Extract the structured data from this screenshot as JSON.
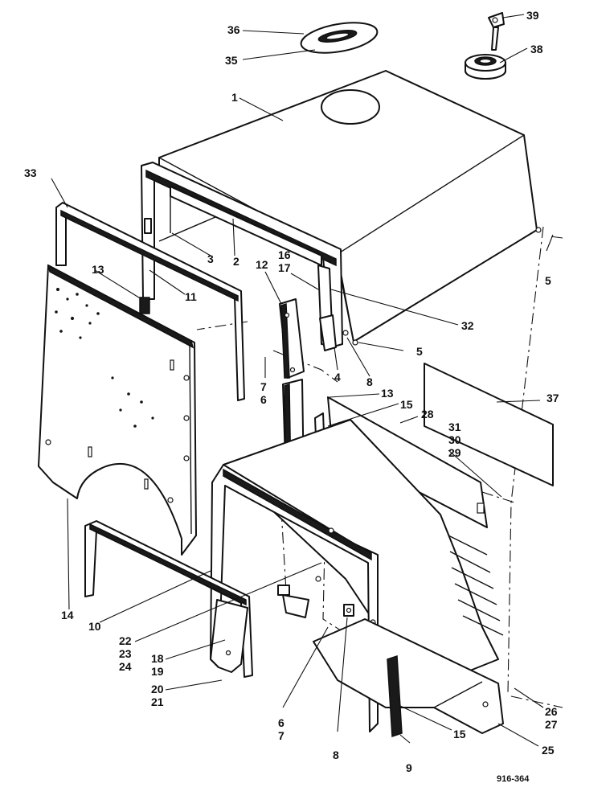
{
  "figure": {
    "reference": "916-364",
    "labels": {
      "l1": "1",
      "l2": "2",
      "l3": "3",
      "l4": "4",
      "l5a": "5",
      "l5b": "5",
      "l6a": "6",
      "l6b": "6",
      "l7a": "7",
      "l7b": "7",
      "l8a": "8",
      "l8b": "8",
      "l9": "9",
      "l10": "10",
      "l11": "11",
      "l12": "12",
      "l13a": "13",
      "l13b": "13",
      "l14": "14",
      "l15a": "15",
      "l15b": "15",
      "l16": "16",
      "l17": "17",
      "l18": "18",
      "l19": "19",
      "l20": "20",
      "l21": "21",
      "l22": "22",
      "l23": "23",
      "l24": "24",
      "l25": "25",
      "l26": "26",
      "l27": "27",
      "l28": "28",
      "l29": "29",
      "l30": "30",
      "l31": "31",
      "l32": "32",
      "l33": "33",
      "l35": "35",
      "l36": "36",
      "l37": "37",
      "l38": "38",
      "l39": "39"
    }
  }
}
